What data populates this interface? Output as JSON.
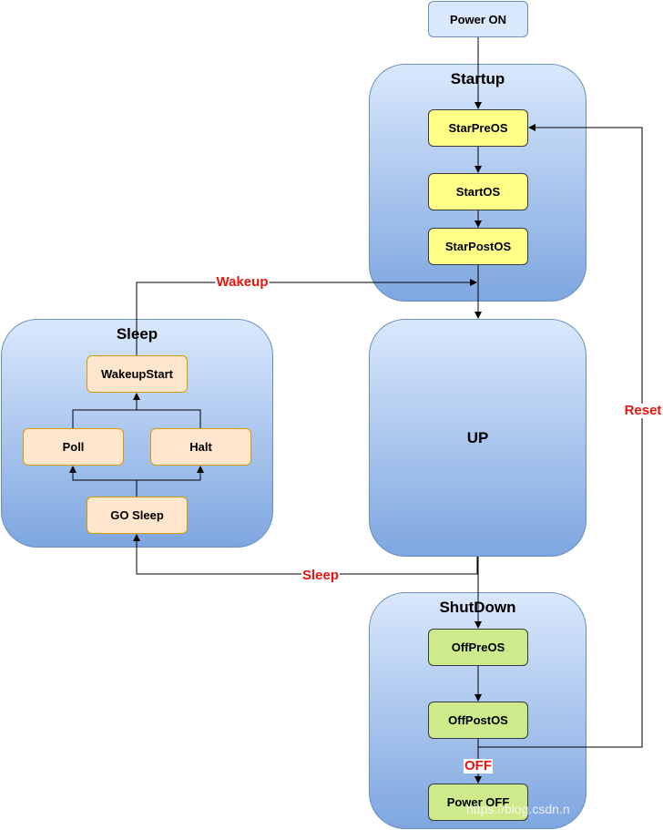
{
  "groups": {
    "startup": "Startup",
    "sleep": "Sleep",
    "up": "UP",
    "shutdown": "ShutDown"
  },
  "nodes": {
    "power_on": "Power ON",
    "star_pre_os": "StarPreOS",
    "start_os": "StartOS",
    "star_post_os": "StarPostOS",
    "wakeup_start": "WakeupStart",
    "poll": "Poll",
    "halt": "Halt",
    "go_sleep": "GO Sleep",
    "off_pre_os": "OffPreOS",
    "off_post_os": "OffPostOS",
    "power_off": "Power OFF"
  },
  "edge_labels": {
    "wakeup": "Wakeup",
    "sleep": "Sleep",
    "reset": "Reset",
    "off": "OFF"
  },
  "watermark": "https://blog.csdn.n"
}
